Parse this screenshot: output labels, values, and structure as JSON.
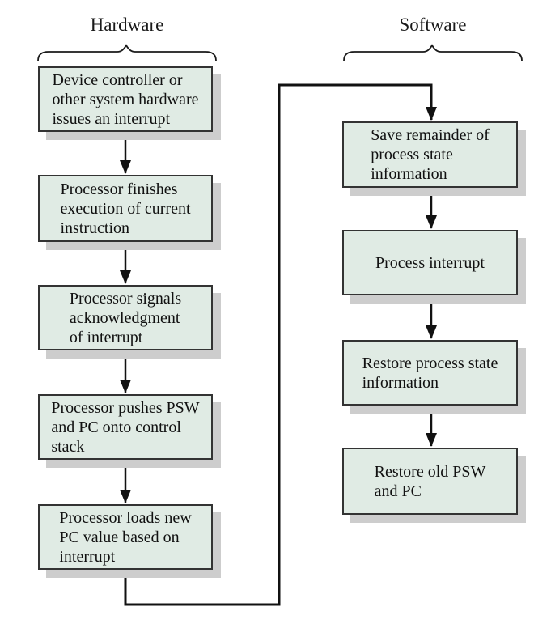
{
  "diagram": {
    "hardware_label": "Hardware",
    "software_label": "Software",
    "hardware_steps": [
      "Device controller or\nother system hardware\nissues an interrupt",
      "Processor finishes\nexecution of current\ninstruction",
      "Processor signals\nacknowledgment\nof interrupt",
      "Processor pushes PSW\nand PC onto control\nstack",
      "Processor loads new\nPC value based on\ninterrupt"
    ],
    "software_steps": [
      "Save remainder of\nprocess state\ninformation",
      "Process interrupt",
      "Restore process state\ninformation",
      "Restore old PSW\nand PC"
    ],
    "flow_note": "last hardware step connects to first software step",
    "colors": {
      "box_fill": "#e0ebe4",
      "box_border": "#333333",
      "box_shadow": "#cdcdcd",
      "line": "#1a1a1a",
      "background": "#ffffff"
    }
  }
}
